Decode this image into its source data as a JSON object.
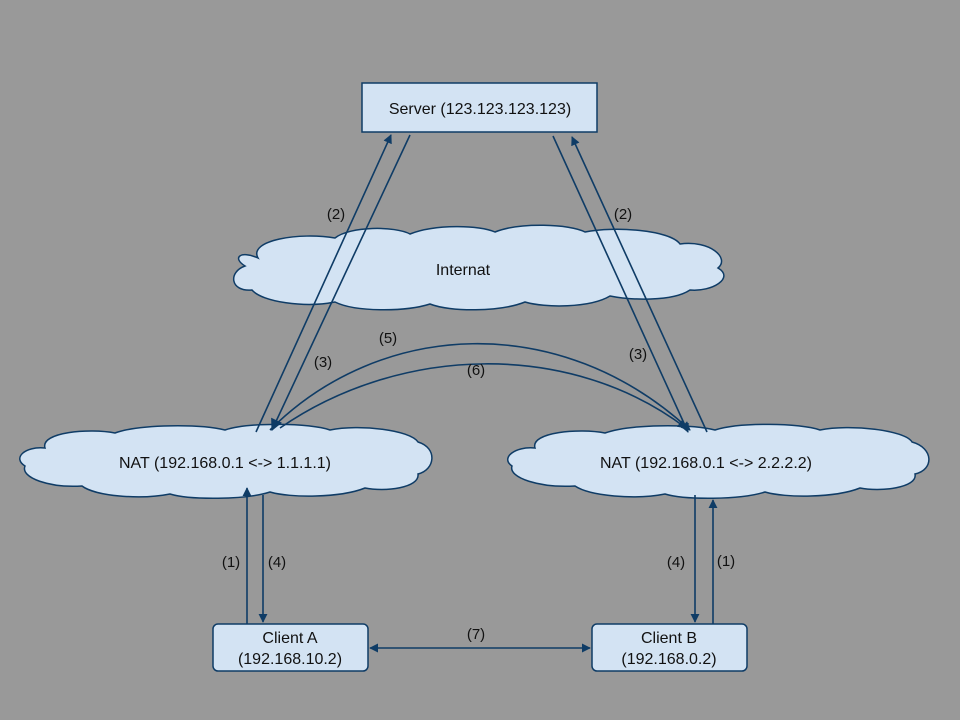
{
  "nodes": {
    "server": "Server (123.123.123.123)",
    "internet": "Internat",
    "nat_left": "NAT (192.168.0.1 <-> 1.1.1.1)",
    "nat_right": "NAT (192.168.0.1 <-> 2.2.2.2)",
    "client_a_line1": "Client A",
    "client_a_line2": "(192.168.10.2)",
    "client_b_line1": "Client B",
    "client_b_line2": "(192.168.0.2)"
  },
  "edges": {
    "left_up": "(2)",
    "left_down": "(3)",
    "right_up": "(2)",
    "right_down": "(3)",
    "arc_upper": "(5)",
    "arc_lower": "(6)",
    "client_a_up": "(1)",
    "client_a_down": "(4)",
    "client_b_down": "(4)",
    "client_b_up": "(1)",
    "clients_link": "(7)"
  },
  "colors": {
    "background": "#999999",
    "node_fill": "#d3e3f3",
    "stroke": "#0f3c66"
  }
}
